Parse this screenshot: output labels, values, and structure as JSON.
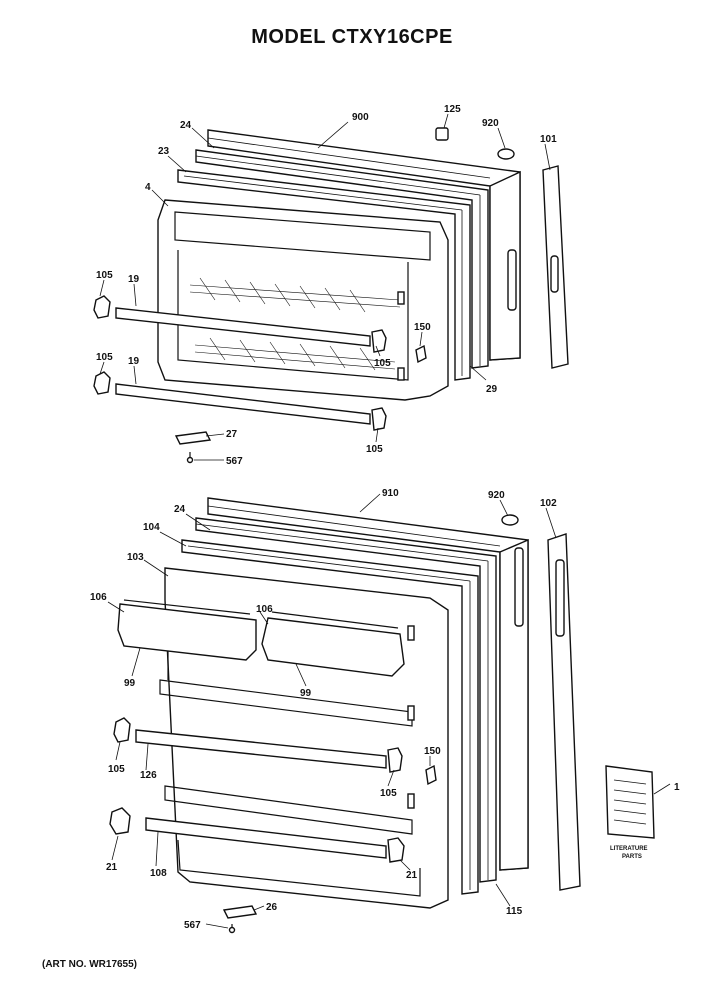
{
  "title": "MODEL CTXY16CPE",
  "art_number": "(ART NO. WR17655)",
  "freezer_labels": {
    "l900": "900",
    "l125": "125",
    "l920a": "920",
    "l101": "101",
    "l24a": "24",
    "l23": "23",
    "l4": "4",
    "l105a": "105",
    "l19a": "19",
    "l105b": "105",
    "l19b": "19",
    "l150a": "150",
    "l105c": "105",
    "l29": "29",
    "l105d": "105",
    "l27": "27",
    "l567a": "567"
  },
  "fresh_food_labels": {
    "l910": "910",
    "l920b": "920",
    "l102": "102",
    "l24b": "24",
    "l104": "104",
    "l103": "103",
    "l106a": "106",
    "l106b": "106",
    "l99a": "99",
    "l99b": "99",
    "l105e": "105",
    "l126": "126",
    "l105f": "105",
    "l150b": "150",
    "l21a": "21",
    "l108": "108",
    "l21b": "21",
    "l115": "115",
    "l26": "26",
    "l567b": "567",
    "l1": "1"
  },
  "literature": {
    "line1": "LITERATURE",
    "line2": "PARTS"
  }
}
